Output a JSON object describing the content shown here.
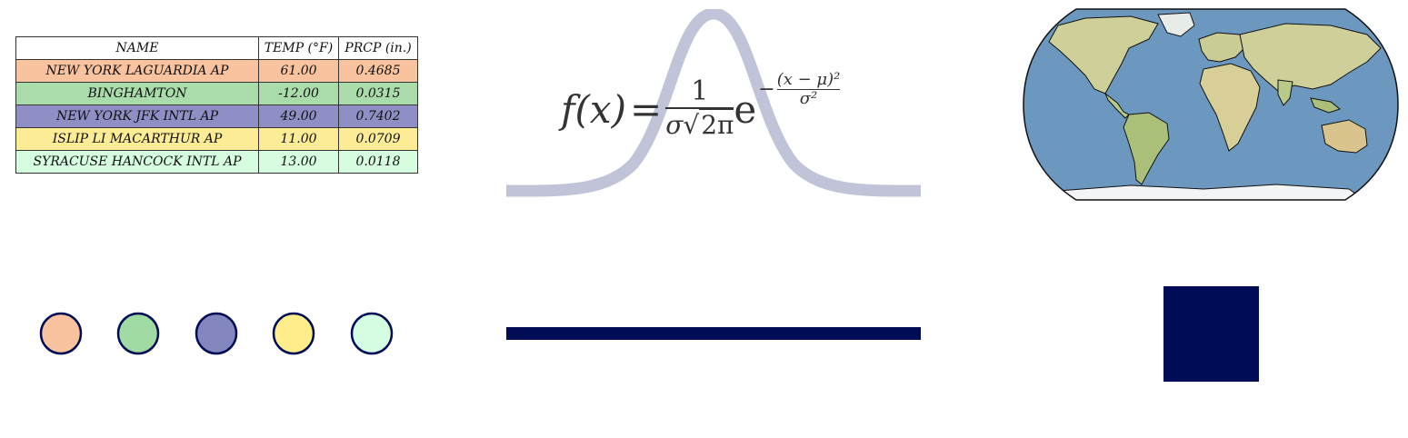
{
  "table": {
    "headers": [
      "NAME",
      "TEMP (°F)",
      "PRCP (in.)"
    ],
    "rows": [
      {
        "name": "NEW YORK LAGUARDIA AP",
        "temp": "61.00",
        "prcp": "0.4685",
        "color": "#f9c39f"
      },
      {
        "name": "BINGHAMTON",
        "temp": "-12.00",
        "prcp": "0.0315",
        "color": "#a9dcaa"
      },
      {
        "name": "NEW YORK JFK INTL AP",
        "temp": "49.00",
        "prcp": "0.7402",
        "color": "#8f8fc6"
      },
      {
        "name": "ISLIP LI MACARTHUR AP",
        "temp": "11.00",
        "prcp": "0.0709",
        "color": "#fdec96"
      },
      {
        "name": "SYRACUSE HANCOCK INTL AP",
        "temp": "13.00",
        "prcp": "0.0118",
        "color": "#d6fde0"
      }
    ]
  },
  "formula": {
    "lhs": "f(x)",
    "equals": "=",
    "numerator": "1",
    "sigma": "σ",
    "sqrt_content": "2π",
    "base": "e",
    "exp_minus": "−",
    "exp_numerator": "(x − μ)²",
    "exp_denominator": "σ²"
  },
  "circles": [
    {
      "fill": "#f9c39f"
    },
    {
      "fill": "#9fdba2"
    },
    {
      "fill": "#8486bf"
    },
    {
      "fill": "#fdee8b"
    },
    {
      "fill": "#d4fde1"
    }
  ],
  "colors": {
    "navy": "#000c55",
    "bell": "#c1c4d8",
    "ocean": "#6c98bf",
    "land": "#cfcf9a",
    "ice": "#f2f4f6"
  },
  "icons": {
    "world_map": "world-map-robinson",
    "bell_curve": "gaussian-curve",
    "line": "horizontal-bar",
    "square": "navy-square"
  }
}
